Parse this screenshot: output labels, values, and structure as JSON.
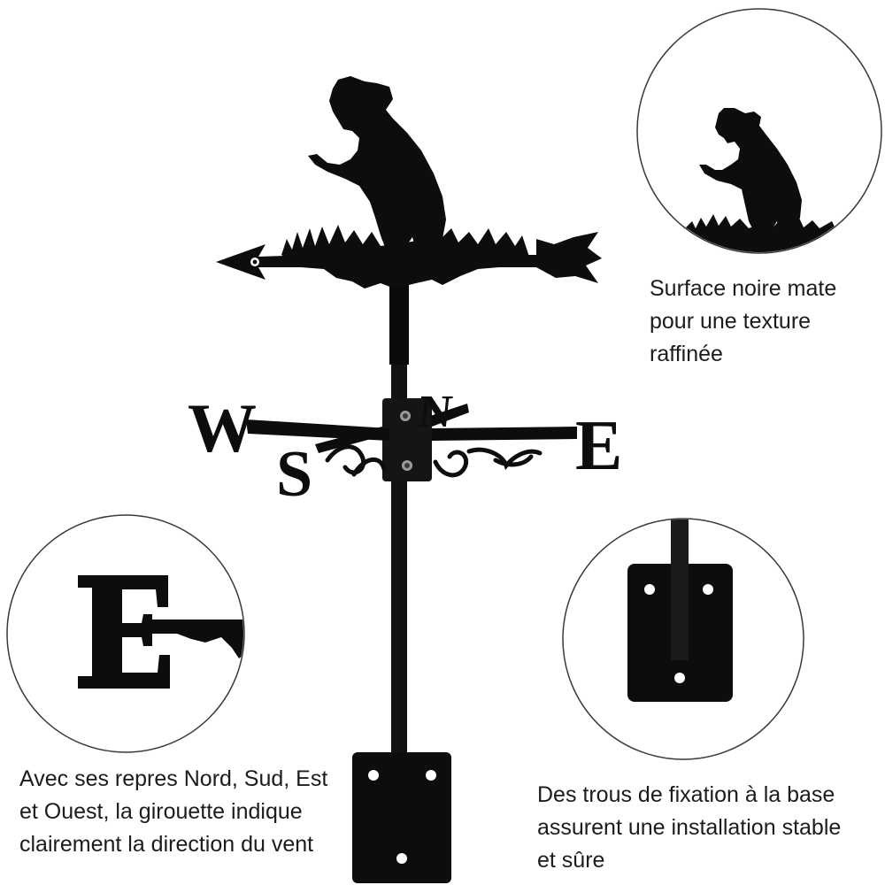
{
  "palette": {
    "background": "#ffffff",
    "metal": "#0d0d0d",
    "circle_outline": "#3a3a3a",
    "text": "#1c1c1c"
  },
  "product": {
    "motif": "dog-silhouette",
    "compass_letters": {
      "west": "W",
      "east": "E",
      "north": "N",
      "south": "S"
    }
  },
  "detail_circles": [
    {
      "subject": "dog-silhouette-closeup",
      "caption_lines": [
        "Surface noire mate",
        "pour une texture",
        "raffinée"
      ]
    },
    {
      "subject": "east-letter-closeup",
      "letter": "E",
      "caption_lines": [
        "Avec ses repres Nord, Sud, Est",
        "et Ouest, la girouette indique",
        "clairement la direction du vent"
      ]
    },
    {
      "subject": "mounting-plate-closeup",
      "caption_lines": [
        "Des trous de fixation à la base",
        "assurent une installation stable",
        "et sûre"
      ]
    }
  ]
}
